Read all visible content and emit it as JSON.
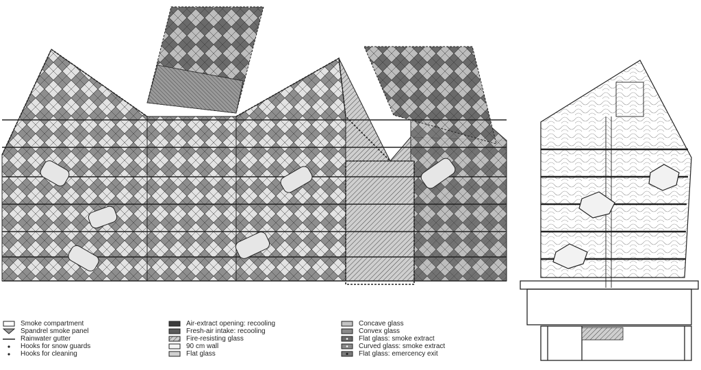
{
  "legend": {
    "col1": [
      {
        "label": "Smoke compartment",
        "icon": "outline-rect-icon"
      },
      {
        "label": "Spandrel smoke panel",
        "icon": "triangle-marker-icon"
      },
      {
        "label": "Rainwater gutter",
        "icon": "line-icon"
      },
      {
        "label": "Hooks for snow guards",
        "icon": "dot-icon"
      },
      {
        "label": "Hooks for cleaning",
        "icon": "dot-icon"
      }
    ],
    "col2": [
      {
        "label": "Air-extract opening: recooling",
        "icon": "dark-swatch-icon"
      },
      {
        "label": "Fresh-air intake: recooling",
        "icon": "dark-swatch-icon"
      },
      {
        "label": "Fire-resisting glass",
        "icon": "hatched-swatch-icon"
      },
      {
        "label": "90 cm wall",
        "icon": "white-swatch-icon"
      },
      {
        "label": "Flat glass",
        "icon": "light-swatch-icon"
      }
    ],
    "col3": [
      {
        "label": "Concave glass",
        "icon": "light-swatch-icon"
      },
      {
        "label": "Convex glass",
        "icon": "mid-swatch-icon"
      },
      {
        "label": "Flat glass: smoke extract",
        "icon": "dot-swatch-icon"
      },
      {
        "label": "Curved glass: smoke extract",
        "icon": "dot-swatch-icon"
      },
      {
        "label": "Flat glass: emercency exit",
        "icon": "star-swatch-icon"
      }
    ]
  },
  "colors": {
    "line": "#2a2a2a",
    "dark_glass": "#5a5a5a",
    "mid_glass": "#8a8a8a",
    "light_glass": "#d0d0d0",
    "hatch": "#6a6a6a"
  }
}
